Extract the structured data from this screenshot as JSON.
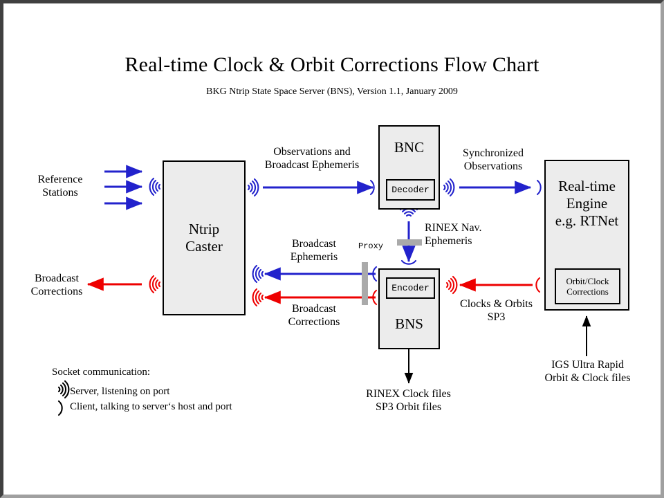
{
  "page": {
    "title": "Real-time Clock & Orbit Corrections Flow Chart",
    "subtitle": "BKG Ntrip State Space Server  (BNS), Version 1.1, January 2009"
  },
  "colors": {
    "blue": "#2222cc",
    "red": "#ee0000",
    "black": "#000000",
    "box_fill": "#ececec",
    "proxy_gray": "#aaaaaa",
    "frame_dark": "#404040",
    "frame_light": "#a0a0a0"
  },
  "nodes": {
    "ntrip_caster": {
      "label_line1": "Ntrip",
      "label_line2": "Caster"
    },
    "bnc": {
      "label": "BNC",
      "subbox": "Decoder"
    },
    "bns": {
      "label": "BNS",
      "subbox": "Encoder"
    },
    "rt_engine": {
      "label_line1": "Real-time",
      "label_line2": "Engine",
      "label_line3": "e.g. RTNet",
      "subbox_line1": "Orbit/Clock",
      "subbox_line2": "Corrections"
    }
  },
  "labels": {
    "reference_stations_l1": "Reference",
    "reference_stations_l2": "Stations",
    "broadcast_corrections_left_l1": "Broadcast",
    "broadcast_corrections_left_l2": "Corrections",
    "observations_l1": "Observations and",
    "observations_l2": "Broadcast Ephemeris",
    "synchronized_l1": "Synchronized",
    "synchronized_l2": "Observations",
    "broadcast_ephemeris_l1": "Broadcast",
    "broadcast_ephemeris_l2": "Ephemeris",
    "broadcast_corrections_mid_l1": "Broadcast",
    "broadcast_corrections_mid_l2": "Corrections",
    "proxy": "Proxy",
    "rinex_nav_l1": "RINEX Nav.",
    "rinex_nav_l2": "Ephemeris",
    "clocks_orbits_l1": "Clocks & Orbits",
    "clocks_orbits_l2": "SP3",
    "rinex_files_l1": "RINEX Clock files",
    "rinex_files_l2": "SP3 Orbit files",
    "igs_l1": "IGS Ultra Rapid",
    "igs_l2": "Orbit & Clock files"
  },
  "legend": {
    "heading": "Socket communication:",
    "server_icon": "server-socket-icon",
    "server_text": "Server, listening  on port",
    "client_icon": "client-socket-icon",
    "client_text": "Client, talking to server‘s host and port"
  }
}
